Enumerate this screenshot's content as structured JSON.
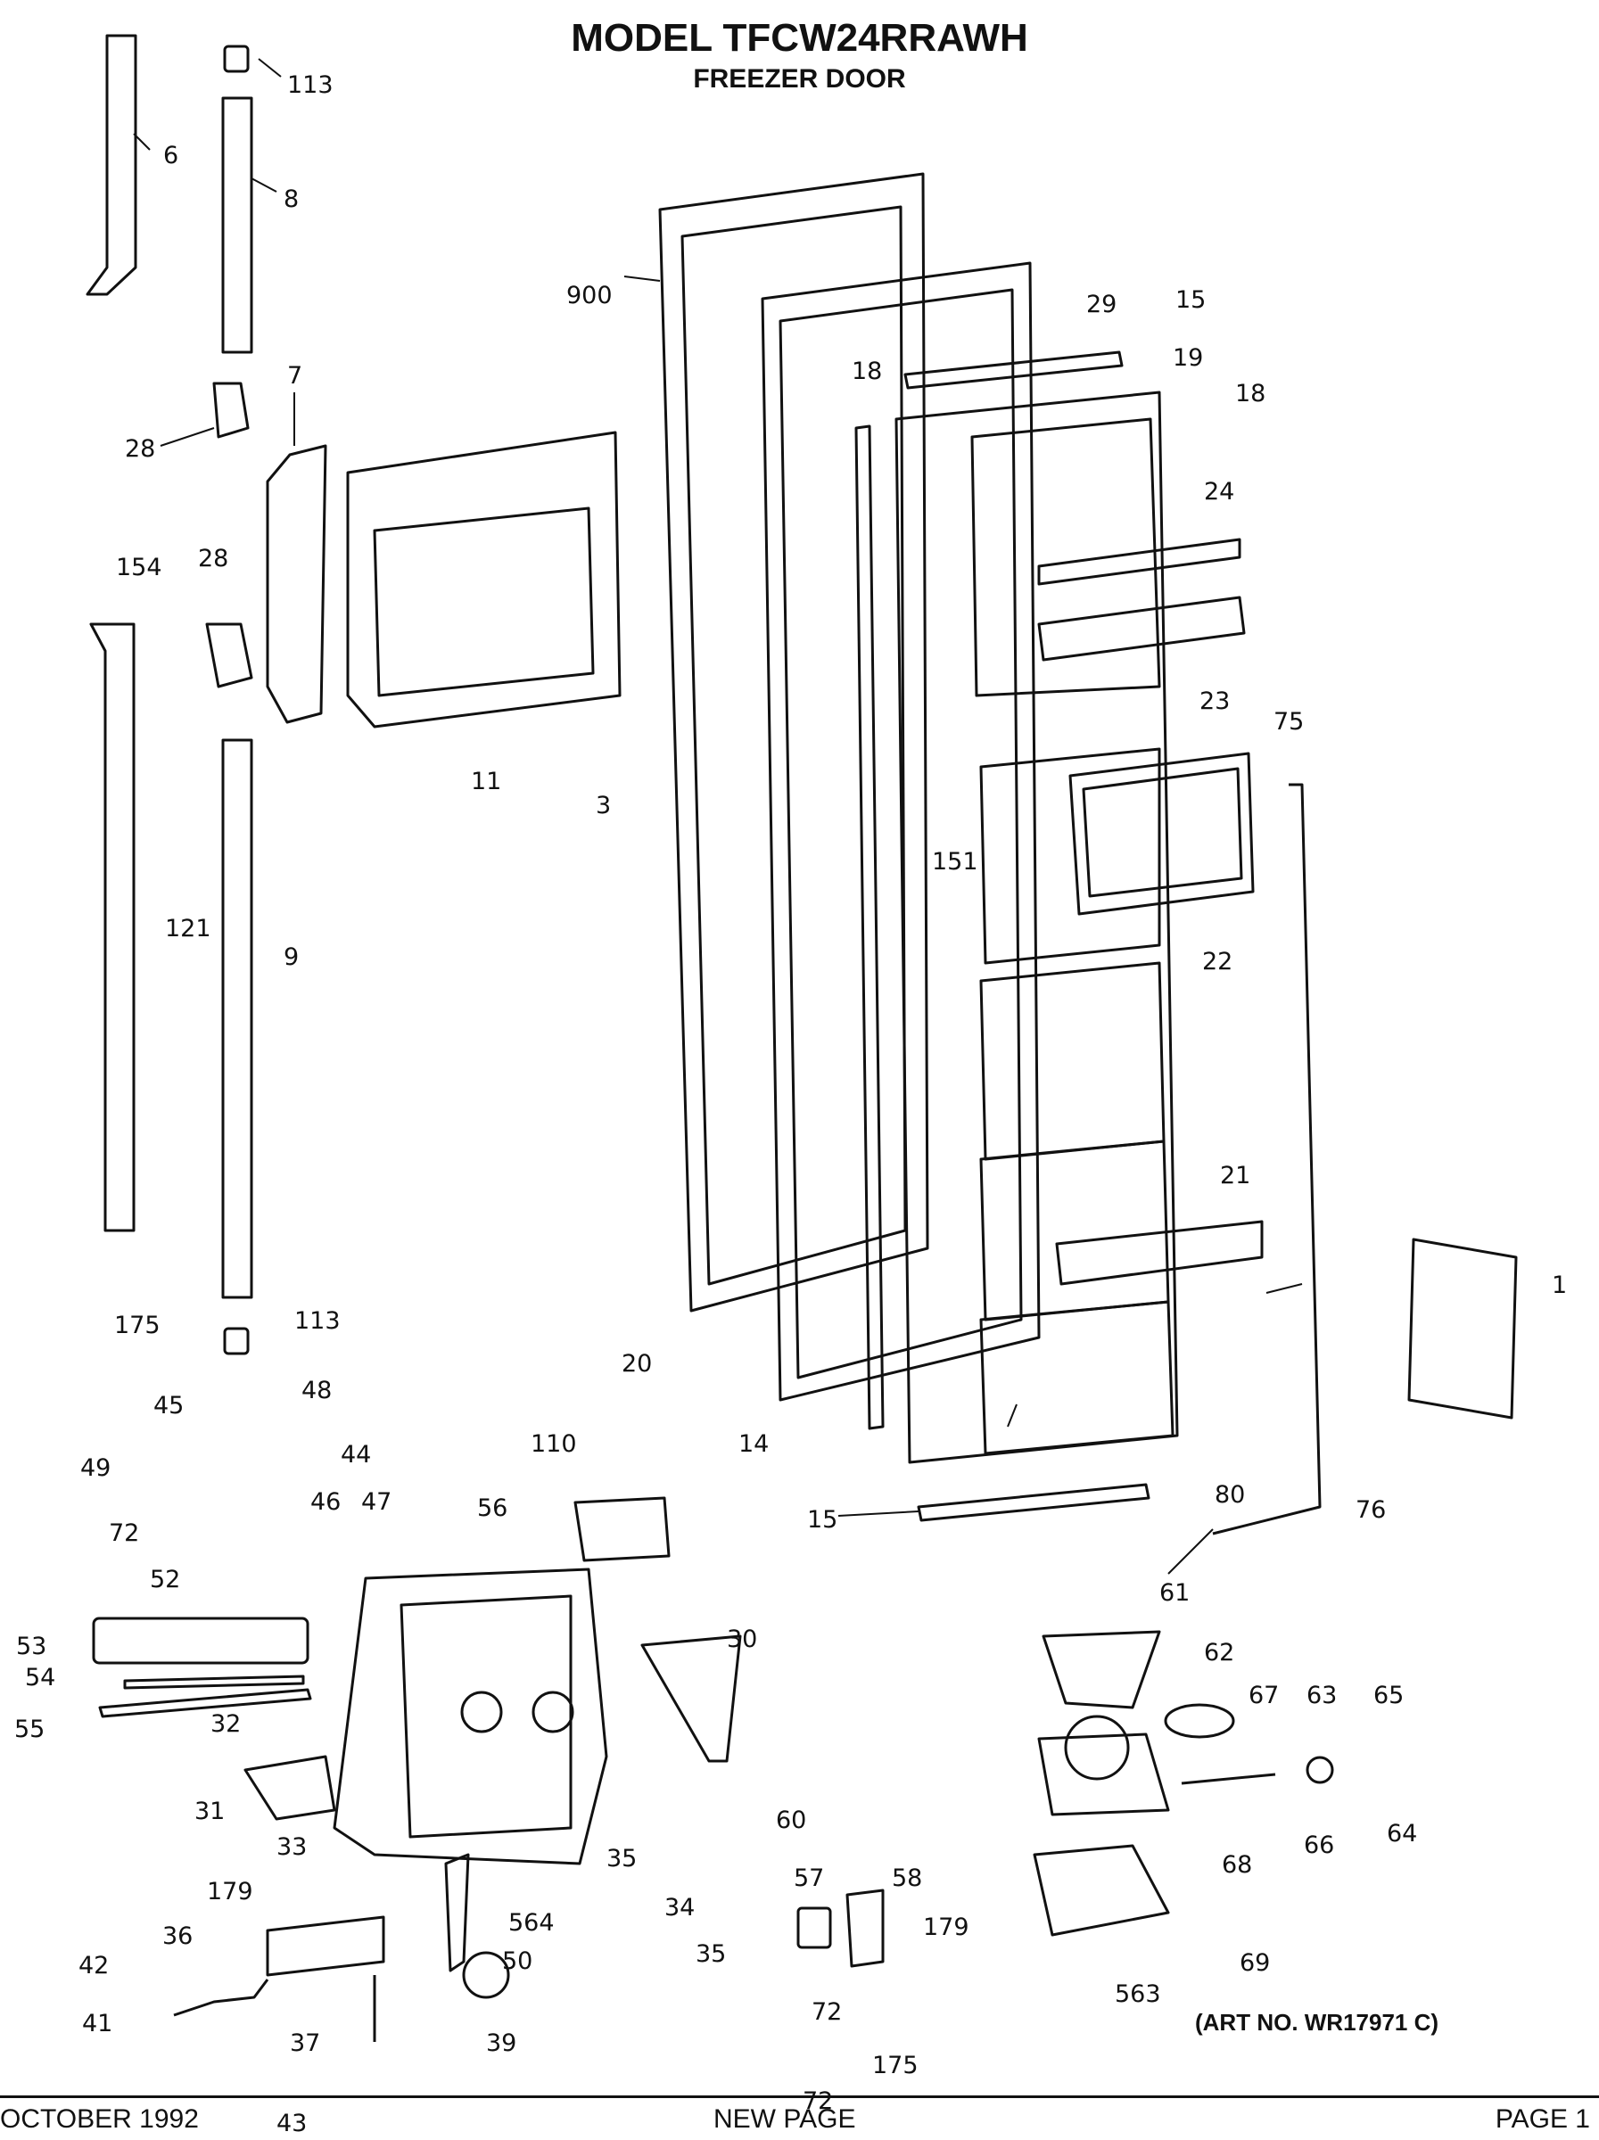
{
  "header": {
    "title": "MODEL TFCW24RRAWH",
    "subtitle": "FREEZER DOOR"
  },
  "art_number": "(ART NO. WR17971 C)",
  "footer": {
    "date": "OCTOBER 1992",
    "center": "NEW PAGE",
    "page": "PAGE 1"
  },
  "callouts": [
    "113",
    "6",
    "8",
    "28",
    "7",
    "154",
    "28",
    "121",
    "9",
    "11",
    "3",
    "175",
    "113",
    "45",
    "48",
    "49",
    "44",
    "72",
    "46",
    "47",
    "52",
    "53",
    "54",
    "55",
    "32",
    "31",
    "33",
    "179",
    "36",
    "42",
    "41",
    "37",
    "43",
    "56",
    "30",
    "60",
    "35",
    "564",
    "50",
    "34",
    "35",
    "39",
    "57",
    "58",
    "179",
    "72",
    "175",
    "72",
    "20",
    "110",
    "14",
    "15",
    "80",
    "76",
    "900",
    "29",
    "15",
    "19",
    "18",
    "18",
    "24",
    "23",
    "75",
    "151",
    "22",
    "21",
    "1",
    "61",
    "62",
    "67",
    "63",
    "65",
    "66",
    "64",
    "68",
    "69",
    "563"
  ]
}
